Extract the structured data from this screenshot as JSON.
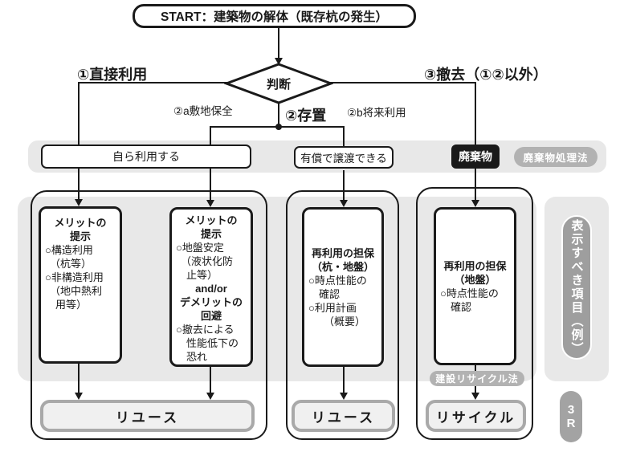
{
  "start": {
    "label": "START：建築物の解体（既存杭の発生）"
  },
  "decision": {
    "label": "判断"
  },
  "branches": {
    "direct": "①直接利用",
    "preserve": "②存置",
    "preserve_a": "②a敷地保全",
    "preserve_b": "②b将来利用",
    "removal": "③撤去（①②以外）"
  },
  "band": {
    "self_use": "自ら利用する",
    "transfer": "有償で譲渡できる",
    "waste": "廃棄物",
    "waste_law": "廃棄物処理法"
  },
  "boxes": {
    "col1": {
      "lines": [
        "メリットの",
        "提示",
        "○構造利用",
        "（杭等）",
        "○非構造利用",
        "（地中熱利",
        "用等）"
      ]
    },
    "col2": {
      "lines": [
        "メリットの",
        "提示",
        "○地盤安定",
        "（液状化防",
        "止等）",
        "and/or",
        "デメリットの",
        "回避",
        "○撤去による",
        "性能低下の",
        "恐れ"
      ]
    },
    "col3": {
      "lines": [
        "再利用の担保",
        "（杭・地盤）",
        "○時点性能の",
        "確認",
        "○利用計画",
        "（概要）"
      ]
    },
    "col4": {
      "lines": [
        "再利用の担保",
        "（地盤）",
        "○時点性能の",
        "確認"
      ]
    }
  },
  "outcomes": {
    "reuse1": "リユース",
    "reuse2": "リユース",
    "recycle": "リサイクル",
    "recycle_law": "建設リサイクル法"
  },
  "side": {
    "display_items": "表示すべき項目（例）",
    "r3_top": "3",
    "r3_bottom": "R"
  },
  "colors": {
    "light_gray": "#e8e8e8",
    "pill_gray": "#b2b2b2",
    "side_pill_gray": "#9e9e9e",
    "ink": "#1a1a1a",
    "outcome_border": "#a9a9a9",
    "outcome_fill": "#f0f0f0"
  }
}
